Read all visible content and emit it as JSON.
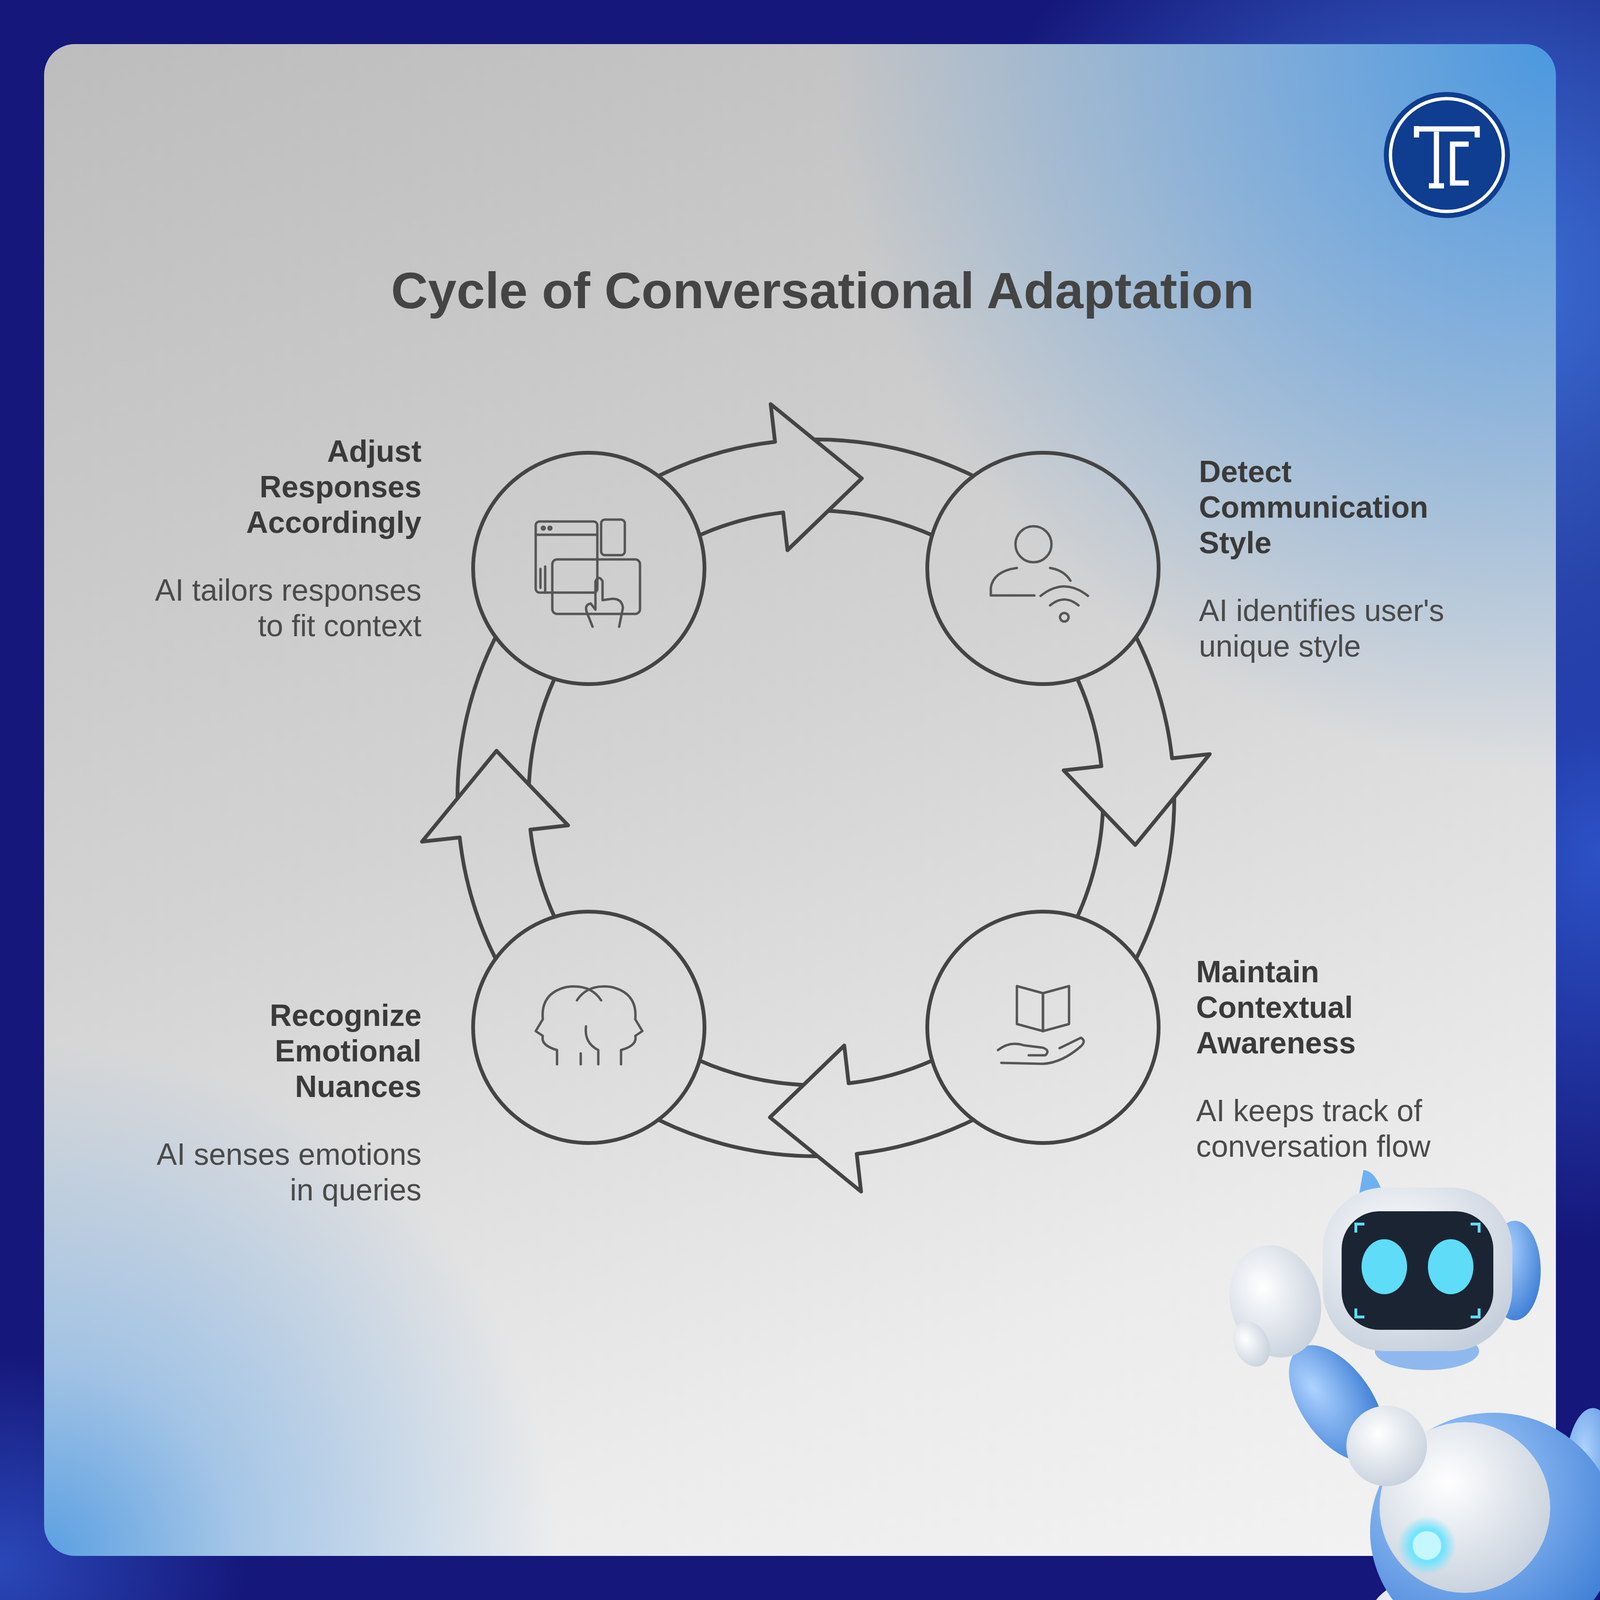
{
  "diagram": {
    "title": "Cycle of Conversational Adaptation",
    "nodes": [
      {
        "text": [
          "Adjust Responses Accordingly",
          "AI tailors responses to fit context"
        ]
      },
      {
        "text": [
          "Detect Communication Style",
          "AI identifies user's unique style"
        ]
      },
      {
        "text": [
          "Recognize Emotional Nuances",
          "AI senses emotions in queries"
        ]
      },
      {
        "text": [
          "Maintain Contextual Awareness",
          "AI keeps track of conversation flow"
        ]
      }
    ],
    "edges": [
      {
        "from": 0,
        "to": 1,
        "arrow": "to"
      },
      {
        "from": 1,
        "to": 3,
        "arrow": "to"
      },
      {
        "from": 3,
        "to": 2,
        "arrow": "to"
      },
      {
        "from": 2,
        "to": 0,
        "arrow": "to"
      }
    ]
  }
}
